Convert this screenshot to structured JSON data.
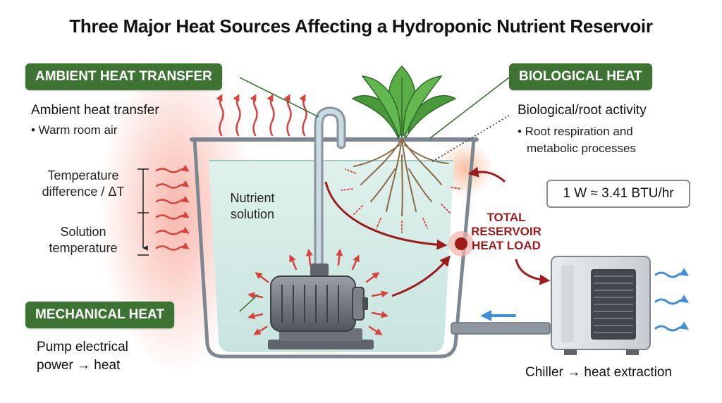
{
  "title": "Three Major Heat Sources Affecting a Hydroponic Nutrient Reservoir",
  "ambient": {
    "badge": "AMBIENT HEAT TRANSFER",
    "heading": "Ambient heat transfer",
    "bullet": "• Warm room air",
    "temp_difference": "Temperature difference / ΔT",
    "solution_temperature": "Solution temperature"
  },
  "biological": {
    "badge": "BIOLOGICAL HEAT",
    "heading": "Biological/root activity",
    "bullet_line1": "• Root respiration and",
    "bullet_line2": "metabolic processes"
  },
  "mechanical": {
    "badge": "MECHANICAL HEAT",
    "line1": "Pump electrical",
    "line2": "power → heat"
  },
  "reservoir": {
    "solution_label": "Nutrient solution",
    "total_label": "TOTAL RESERVOIR HEAT LOAD"
  },
  "conversion": "1 W ≈ 3.41 BTU/hr",
  "chiller": {
    "label": "Chiller → heat extraction"
  },
  "colors": {
    "badge_green": "#3d7333",
    "heat_red": "#d9423c",
    "total_red": "#9e1b1b",
    "cool_blue": "#3f8ed6",
    "water": "#d3ece7"
  }
}
